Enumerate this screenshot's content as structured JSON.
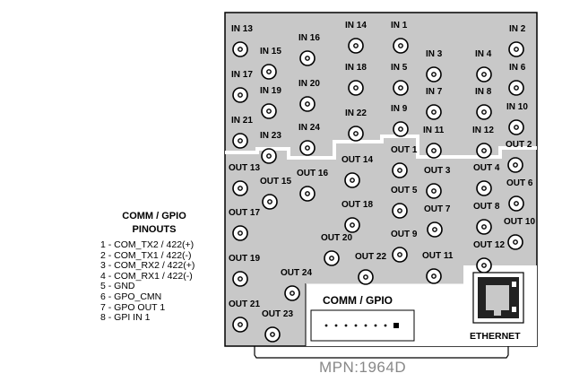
{
  "panel": {
    "inputs": [
      {
        "label": "IN 13"
      },
      {
        "label": "IN 15"
      },
      {
        "label": "IN 16"
      },
      {
        "label": "IN 14"
      },
      {
        "label": "IN 1"
      },
      {
        "label": "IN 3"
      },
      {
        "label": "IN 4"
      },
      {
        "label": "IN 2"
      },
      {
        "label": "IN 17"
      },
      {
        "label": "IN 19"
      },
      {
        "label": "IN 20"
      },
      {
        "label": "IN 18"
      },
      {
        "label": "IN 5"
      },
      {
        "label": "IN 7"
      },
      {
        "label": "IN 8"
      },
      {
        "label": "IN 6"
      },
      {
        "label": "IN 21"
      },
      {
        "label": "IN 23"
      },
      {
        "label": "IN 24"
      },
      {
        "label": "IN 22"
      },
      {
        "label": "IN 9"
      },
      {
        "label": "IN 11"
      },
      {
        "label": "IN 12"
      },
      {
        "label": "IN 10"
      }
    ],
    "outputs": [
      {
        "label": "OUT 1"
      },
      {
        "label": "OUT 2"
      },
      {
        "label": "OUT 14"
      },
      {
        "label": "OUT 13"
      },
      {
        "label": "OUT 16"
      },
      {
        "label": "OUT 3"
      },
      {
        "label": "OUT 4"
      },
      {
        "label": "OUT 15"
      },
      {
        "label": "OUT 5"
      },
      {
        "label": "OUT 6"
      },
      {
        "label": "OUT 18"
      },
      {
        "label": "OUT 17"
      },
      {
        "label": "OUT 7"
      },
      {
        "label": "OUT 8"
      },
      {
        "label": "OUT 10"
      },
      {
        "label": "OUT 9"
      },
      {
        "label": "OUT 20"
      },
      {
        "label": "OUT 12"
      },
      {
        "label": "OUT 22"
      },
      {
        "label": "OUT 11"
      },
      {
        "label": "OUT 19"
      },
      {
        "label": "OUT 24"
      },
      {
        "label": "OUT 21"
      },
      {
        "label": "OUT 23"
      }
    ],
    "comm_gpio_label": "COMM / GPIO",
    "ethernet_label": "ETHERNET",
    "mpn": "MPN:1964D",
    "colors": {
      "panel_fill": "#c8c8c8",
      "panel_stroke": "#000000",
      "white_area": "#ffffff"
    }
  },
  "pinouts": {
    "title_line1": "COMM / GPIO",
    "title_line2": "PINOUTS",
    "pins": [
      "1 - COM_TX2 / 422(+)",
      "2 - COM_TX1 / 422(-)",
      "3 - COM_RX2 / 422(+)",
      "4 - COM_RX1 / 422(-)",
      "5 - GND",
      "6 - GPO_CMN",
      "7 - GPO OUT 1",
      "8 - GPI IN 1"
    ]
  }
}
